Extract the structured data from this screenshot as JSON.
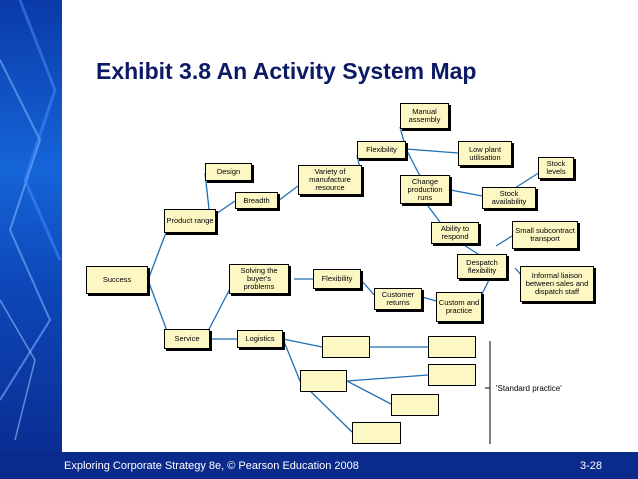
{
  "title": "Exhibit 3.8 An Activity System Map",
  "footer": "Exploring Corporate Strategy 8e, © Pearson Education 2008",
  "page_number": "3-28",
  "nodes": {
    "success": "Success",
    "product_range": "Product range",
    "service": "Service",
    "design": "Design",
    "breadth": "Breadth",
    "solving": "Solving the buyer's problems",
    "logistics": "Logistics",
    "flexibility_mid": "Flexibility",
    "variety": "Variety of manufacture resource",
    "flexibility_top": "Flexibility",
    "manual": "Manual assembly",
    "low_plant": "Low plant utilisation",
    "change_runs": "Change production runs",
    "stock_levels": "Stock levels",
    "stock_avail": "Stock availability",
    "ability": "Ability to respond",
    "small_sub": "Small subcontract transport",
    "despatch": "Despatch flexibility",
    "informal": "Informal liaison between sales and dispatch staff",
    "customer_returns": "Customer returns",
    "custom_practice": "Custom and practice"
  },
  "standard_practice": "'Standard practice'",
  "colors": {
    "node_fill": "#fdf7c4",
    "frame": "#0a2a8c",
    "title": "#0c1a66"
  }
}
